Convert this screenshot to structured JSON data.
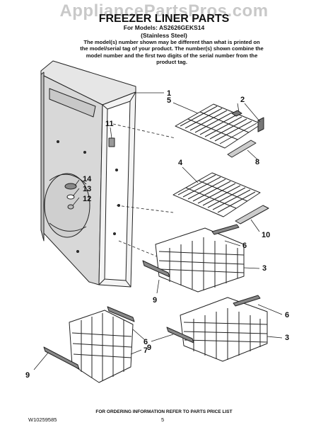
{
  "header": {
    "watermark": "AppliancePartsPros.com",
    "title": "FREEZER LINER PARTS",
    "models": "For Models: AS2626GEKS14",
    "subtitle": "(Stainless Steel)",
    "note": "The model(s) number shown may be different than what is printed on the model/serial tag of your product. The number(s) shown combine the model number and the first two digits of the serial number from the product tag."
  },
  "callouts": [
    {
      "id": "c1",
      "label": "1"
    },
    {
      "id": "c2",
      "label": "2"
    },
    {
      "id": "c3a",
      "label": "3"
    },
    {
      "id": "c3b",
      "label": "3"
    },
    {
      "id": "c4",
      "label": "4"
    },
    {
      "id": "c5",
      "label": "5"
    },
    {
      "id": "c6a",
      "label": "6"
    },
    {
      "id": "c6b",
      "label": "6"
    },
    {
      "id": "c6c",
      "label": "6"
    },
    {
      "id": "c7",
      "label": "7"
    },
    {
      "id": "c8",
      "label": "8"
    },
    {
      "id": "c9a",
      "label": "9"
    },
    {
      "id": "c9b",
      "label": "9"
    },
    {
      "id": "c9c",
      "label": "9"
    },
    {
      "id": "c10",
      "label": "10"
    },
    {
      "id": "c11",
      "label": "11"
    },
    {
      "id": "c12",
      "label": "12"
    },
    {
      "id": "c13",
      "label": "13"
    },
    {
      "id": "c14",
      "label": "14"
    }
  ],
  "footer": {
    "ordering": "FOR ORDERING INFORMATION REFER TO PARTS PRICE LIST",
    "code": "W10259585",
    "page": "5"
  }
}
